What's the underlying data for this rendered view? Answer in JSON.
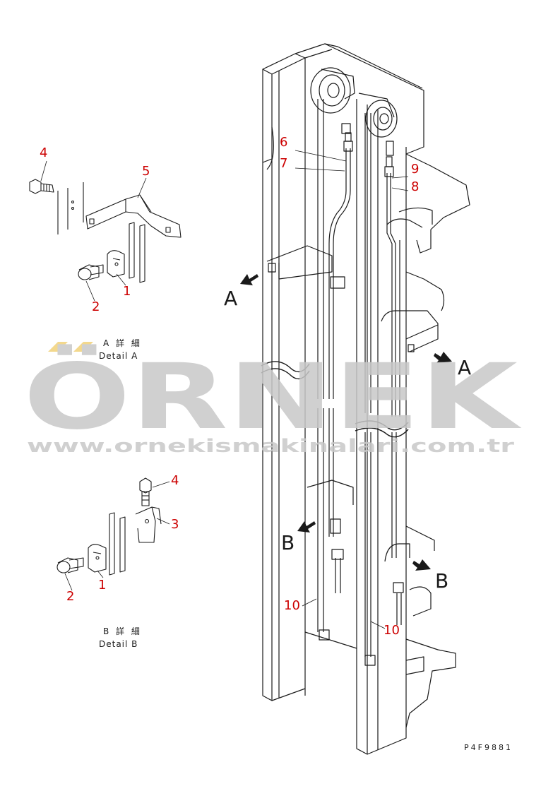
{
  "colors": {
    "line": "#1a1a1a",
    "callout": "#cc0000",
    "watermark": "#c8c8c8",
    "watermark_accent": "#f2d27a"
  },
  "details": {
    "a": {
      "title_jp": "A 詳 細",
      "title_en": "Detail A"
    },
    "b": {
      "title_jp": "B 詳 細",
      "title_en": "Detail B"
    }
  },
  "views": {
    "a": "A",
    "b": "B"
  },
  "callouts": {
    "detail_a": {
      "c4": "4",
      "c5": "5",
      "c1": "1",
      "c2": "2"
    },
    "detail_b": {
      "c4": "4",
      "c3": "3",
      "c1": "1",
      "c2": "2"
    },
    "main": {
      "c6": "6",
      "c7": "7",
      "c9": "9",
      "c8": "8",
      "c10a": "10",
      "c10b": "10"
    }
  },
  "watermark": {
    "brand": "ÖRNEK",
    "url": "www.ornekismakinalari.com.tr"
  },
  "drawing_code": "P4F9881"
}
